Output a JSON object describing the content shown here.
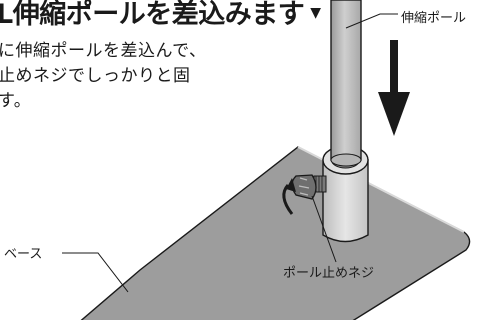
{
  "heading": {
    "text": "L伸縮ポールを差込みます",
    "mark": "▼"
  },
  "instructions": [
    "に伸縮ポールを差込んで、",
    "止めネジでしっかりと固",
    "す。"
  ],
  "labels": {
    "pole": "伸縮ポール",
    "base": "ベース",
    "screw": "ポール止めネジ"
  }
}
